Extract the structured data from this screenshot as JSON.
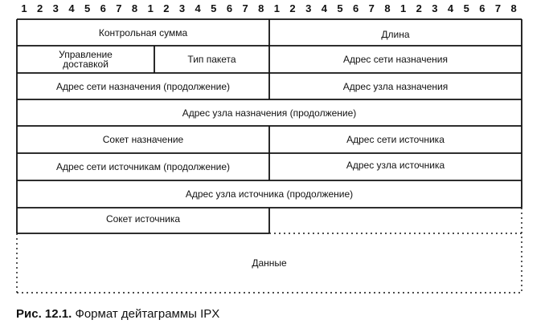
{
  "bit_ruler": [
    "1",
    "2",
    "3",
    "4",
    "5",
    "6",
    "7",
    "8",
    "1",
    "2",
    "3",
    "4",
    "5",
    "6",
    "7",
    "8",
    "1",
    "2",
    "3",
    "4",
    "5",
    "6",
    "7",
    "8",
    "1",
    "2",
    "3",
    "4",
    "5",
    "6",
    "7",
    "8"
  ],
  "fields": {
    "checksum": "Контрольная сумма",
    "length": "Длина",
    "transport_control": "Управление доставкой",
    "packet_type": "Тип пакета",
    "dest_network": "Адрес сети назначения",
    "dest_network_cont": "Адрес сети назначения (продолжение)",
    "dest_node": "Адрес узла назначения",
    "dest_node_cont": "Адрес узла назначения (продолжение)",
    "dest_socket": "Сокет назначение",
    "source_network": "Адрес сети источника",
    "source_network_cont": "Адрес сети источникам (продолжение)",
    "source_node": "Адрес узла источника",
    "source_node_cont": "Адрес узла источника (продолжение)",
    "source_socket": "Сокет источника",
    "data": "Данные"
  },
  "caption": {
    "label": "Рис. 12.1.",
    "text": "Формат дейтаграммы IPX"
  }
}
